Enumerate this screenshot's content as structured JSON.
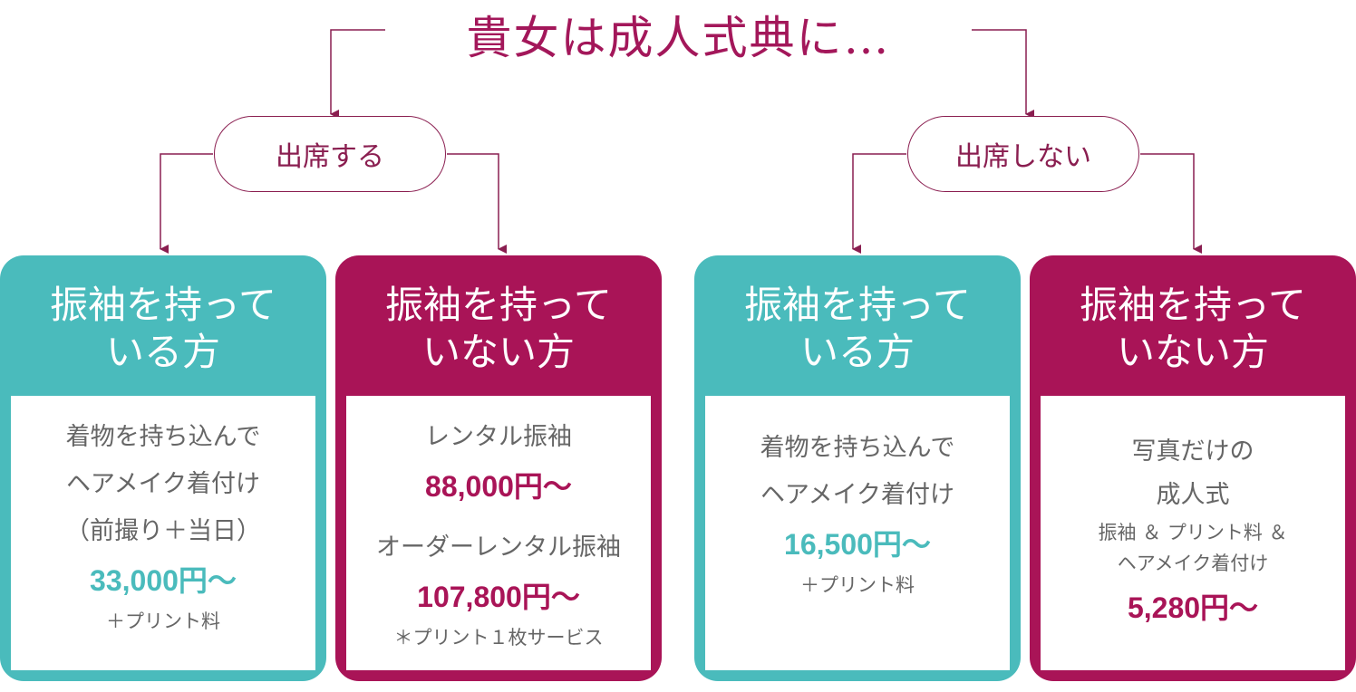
{
  "title": "貴女は成人式典に…",
  "branches": [
    {
      "label": "出席する"
    },
    {
      "label": "出席しない"
    }
  ],
  "cards": [
    {
      "heading": [
        "振袖を持って",
        "いる方"
      ],
      "lines": [
        "着物を持ち込んで",
        "ヘアメイク着付け",
        "（前撮り＋当日）"
      ],
      "price": "33,000円〜",
      "note": "＋プリント料"
    },
    {
      "heading": [
        "振袖を持って",
        "いない方"
      ],
      "items": [
        {
          "label": "レンタル振袖",
          "price": "88,000円〜"
        },
        {
          "label": "オーダーレンタル振袖",
          "price": "107,800円〜"
        }
      ],
      "note": "＊プリント１枚サービス"
    },
    {
      "heading": [
        "振袖を持って",
        "いる方"
      ],
      "lines": [
        "着物を持ち込んで",
        "ヘアメイク着付け"
      ],
      "price": "16,500円〜",
      "note": "＋プリント料"
    },
    {
      "heading": [
        "振袖を持って",
        "いない方"
      ],
      "lines": [
        "写真だけの",
        "成人式"
      ],
      "sublines": [
        "振袖 ＆ プリント料 ＆",
        "ヘアメイク着付け"
      ],
      "price": "5,280円〜"
    }
  ],
  "colors": {
    "teal": "#4abbbc",
    "magenta": "#a91457",
    "line": "#8a1e50",
    "text": "#666666"
  }
}
